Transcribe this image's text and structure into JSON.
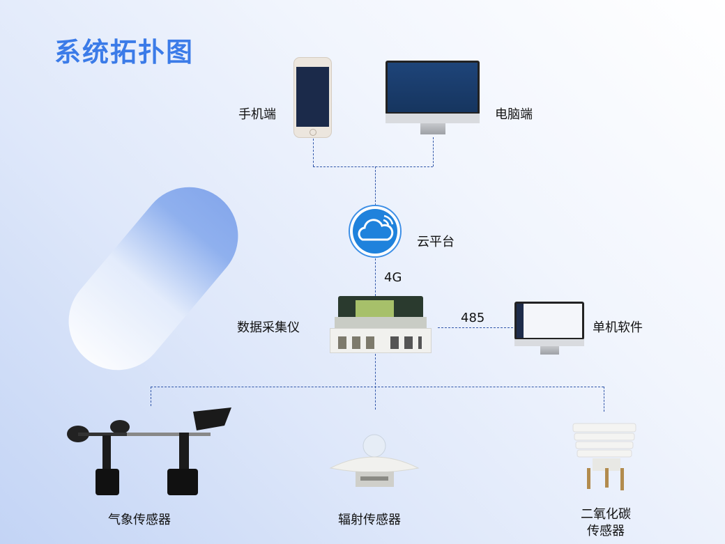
{
  "title": "系统拓扑图",
  "nodes": {
    "mobile": "手机端",
    "pc": "电脑端",
    "cloud": "云平台",
    "link_4g": "4G",
    "logger": "数据采集仪",
    "link_485": "485",
    "standalone": "单机软件",
    "weather": "气象传感器",
    "radiation": "辐射传感器",
    "co2_line1": "二氧化碳",
    "co2_line2": "传感器"
  },
  "colors": {
    "title": "#3b7be8",
    "line": "#2f55a8",
    "cloud": "#1f82dc"
  }
}
